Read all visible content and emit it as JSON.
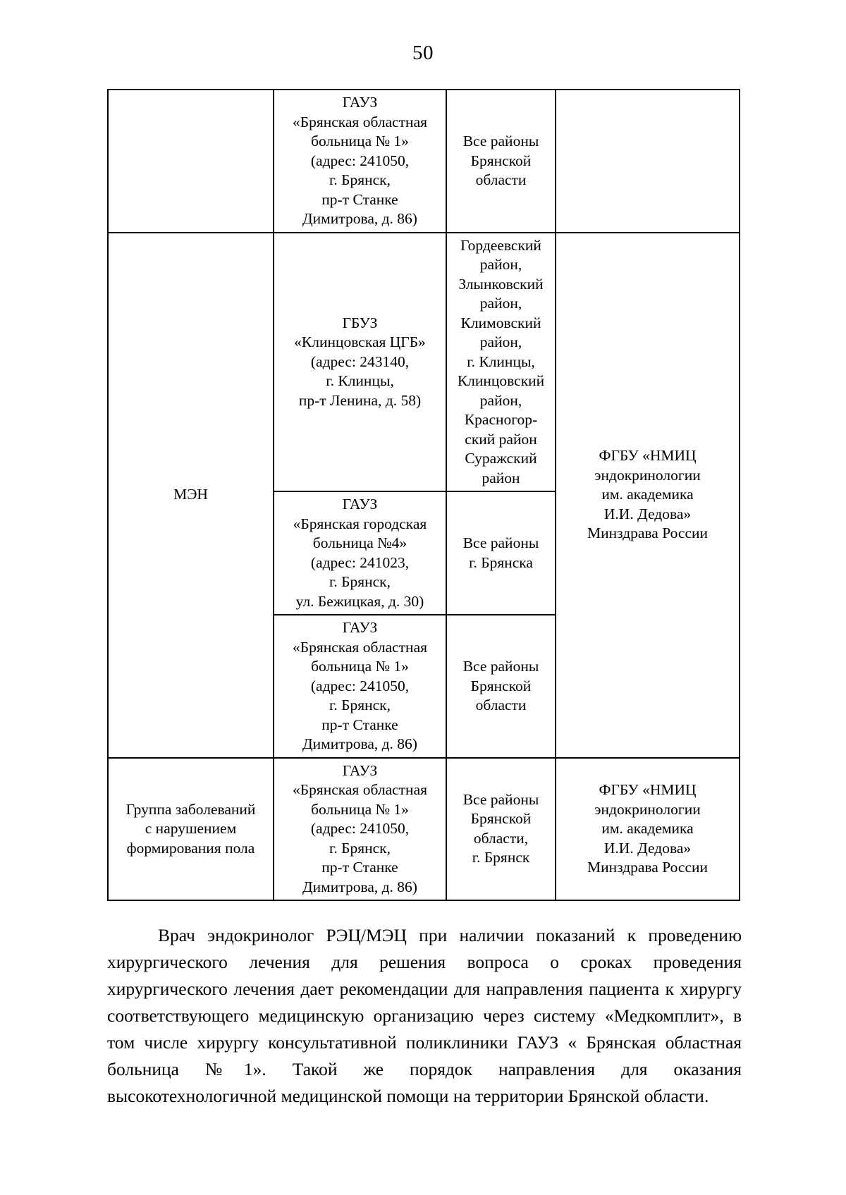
{
  "page": {
    "number": "50"
  },
  "table": {
    "rows": [
      {
        "condition": "",
        "organization": "ГАУЗ\n«Брянская областная\nбольница № 1»\n(адрес: 241050,\nг. Брянск,\nпр-т Станке\nДимитрова, д. 86)",
        "area": "Все районы\nБрянской\nобласти",
        "federal": ""
      },
      {
        "condition": "МЭН",
        "organization": "ГБУЗ\n«Клинцовская ЦГБ»\n(адрес: 243140,\nг. Клинцы,\nпр-т Ленина, д. 58)",
        "area": "Гордеевский\nрайон,\nЗлынковский\nрайон,\nКлимовский\nрайон,\nг. Клинцы,\nКлинцовский\nрайон,\nКрасногор-\nский район\nСуражский\nрайон",
        "federal": "ФГБУ «НМИЦ\nэндокринологии\nим. академика\nИ.И. Дедова»\nМинздрава России"
      },
      {
        "condition": "",
        "organization": "ГАУЗ\n«Брянская городская\nбольница №4»\n(адрес: 241023,\nг. Брянск,\nул. Бежицкая, д. 30)",
        "area": "Все районы\nг. Брянска",
        "federal": ""
      },
      {
        "condition": "",
        "organization": "ГАУЗ\n«Брянская областная\nбольница № 1»\n(адрес: 241050,\nг. Брянск,\nпр-т Станке\nДимитрова, д. 86)",
        "area": "Все районы\nБрянской\nобласти",
        "federal": ""
      },
      {
        "condition": "Группа заболеваний\nс нарушением\nформирования пола",
        "organization": "ГАУЗ\n«Брянская областная\nбольница № 1»\n(адрес: 241050,\nг. Брянск,\nпр-т Станке\nДимитрова, д. 86)",
        "area": "Все районы\nБрянской\nобласти,\nг. Брянск",
        "federal": "ФГБУ «НМИЦ\nэндокринологии\nим. академика\nИ.И. Дедова»\nМинздрава России"
      }
    ]
  },
  "paragraph": {
    "text": "Врач эндокринолог РЭЦ/МЭЦ при наличии показаний к проведению хирургического лечения для решения вопроса о сроках проведения хирургического лечения дает рекомендации для направления  пациента к хирургу соответствующего медицинскую организацию через систему «Медкомплит», в том числе хирургу консультативной поликлиники ГАУЗ « Брянская областная больница №1». Такой же порядок направления для оказания высокотехнологичной медицинской помощи на территории Брянской области."
  }
}
